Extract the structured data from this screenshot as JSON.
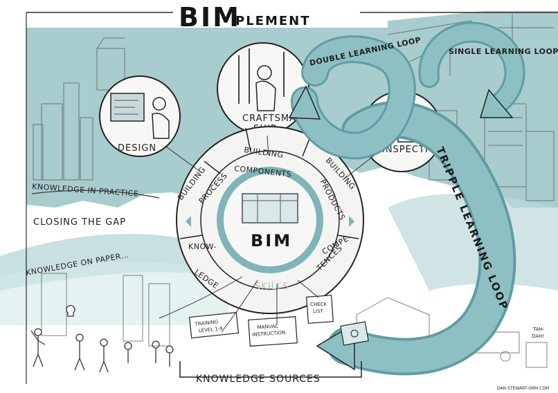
{
  "title": {
    "main": "BIM",
    "suffix": "PLEMENT"
  },
  "colors": {
    "teal_bg": "#a9ccce",
    "teal_loop": "#7fb4b8",
    "teal_loop_dark": "#5f9da3",
    "ink": "#1e1e1e"
  },
  "scenes": {
    "design": "DESIGN",
    "craftsmanship_1": "CRAFTSMAN",
    "craftsmanship_2": "SHIP",
    "inspection": "INSPECTION"
  },
  "loops": {
    "double": "DOUBLE LEARNING LOOP",
    "single": "SINGLE LEARNING LOOP",
    "triple": "TRIPPLE LEARNING LOOP"
  },
  "knowledge": {
    "in_practice": "KNOWLEDGE IN PRACTICE",
    "closing_gap": "CLOSING THE GAP",
    "on_paper": "KNOWLEDGE ON PAPER..."
  },
  "wheel": {
    "center": "BIM",
    "building_process_1": "BUILDING",
    "building_process_2": "PROCESS",
    "building_components_1": "BUILDING",
    "building_components_2": "COMPONENTS",
    "building_products_1": "BUILDING",
    "building_products_2": "PRODUCTS",
    "knowledge_1": "KNOW-",
    "knowledge_2": "LEDGE",
    "competences_1": "COMPE-",
    "competences_2": "TENCES",
    "skills": "SKILLS"
  },
  "sources": {
    "training_1": "TRAINING",
    "training_2": "LEVEL 1-9",
    "manual_1": "MANUAL",
    "manual_2": "INSTRUCTION",
    "checklist_1": "CHECK",
    "checklist_2": "LIST",
    "footer": "KNOWLEDGE SOURCES",
    "tah": "TAH-",
    "tah2": "DAH!"
  },
  "signature": "DAN STEWART-ORM.COM"
}
